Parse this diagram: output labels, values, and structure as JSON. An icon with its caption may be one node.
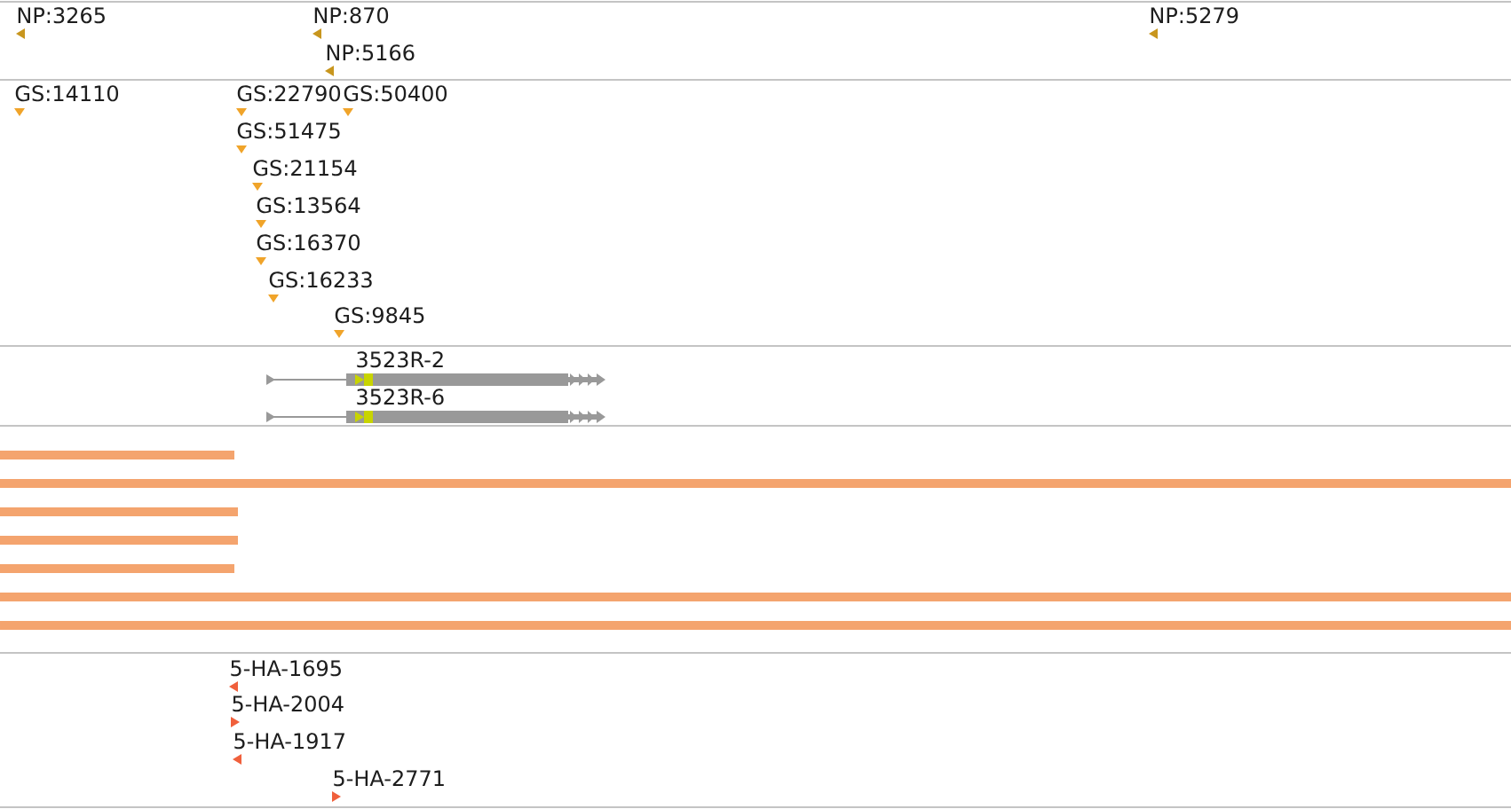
{
  "diagram": {
    "labels": [
      "NP:3265",
      "NP:870",
      "NP:5279",
      "NP:5166",
      "GS:14110",
      "GS:22790",
      "GS:50400",
      "GS:51475",
      "GS:21154",
      "GS:13564",
      "GS:16370",
      "GS:16233",
      "GS:9845",
      "3523R-2",
      "3523R-6",
      "5-HA-1695",
      "5-HA-2004",
      "5-HA-1917",
      "5-HA-2771"
    ]
  }
}
